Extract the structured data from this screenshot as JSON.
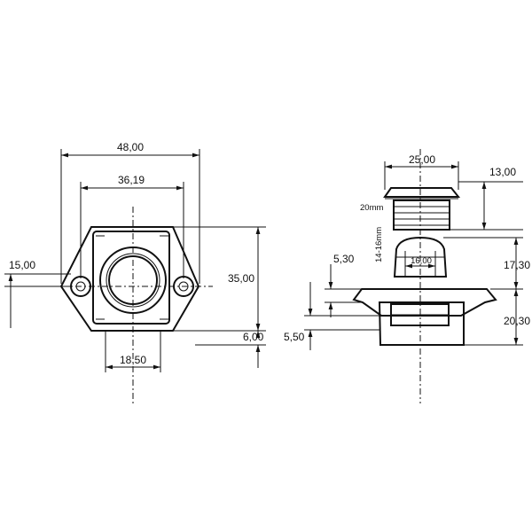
{
  "front_view": {
    "width_outer": "48,00",
    "width_inner": "36,19",
    "height_total": "35,00",
    "hole_offset": "15,00",
    "bottom_offset": "6,00",
    "button_width": "18,50"
  },
  "side_view": {
    "cap_diameter": "25,00",
    "cap_height": "13,00",
    "thread_length": "20mm",
    "panel_thickness": "14-16mm",
    "core_width": "16,00",
    "flange_thickness": "5,30",
    "upper_height": "17,30",
    "lower_height": "20,30",
    "bottom_step": "5,50"
  }
}
